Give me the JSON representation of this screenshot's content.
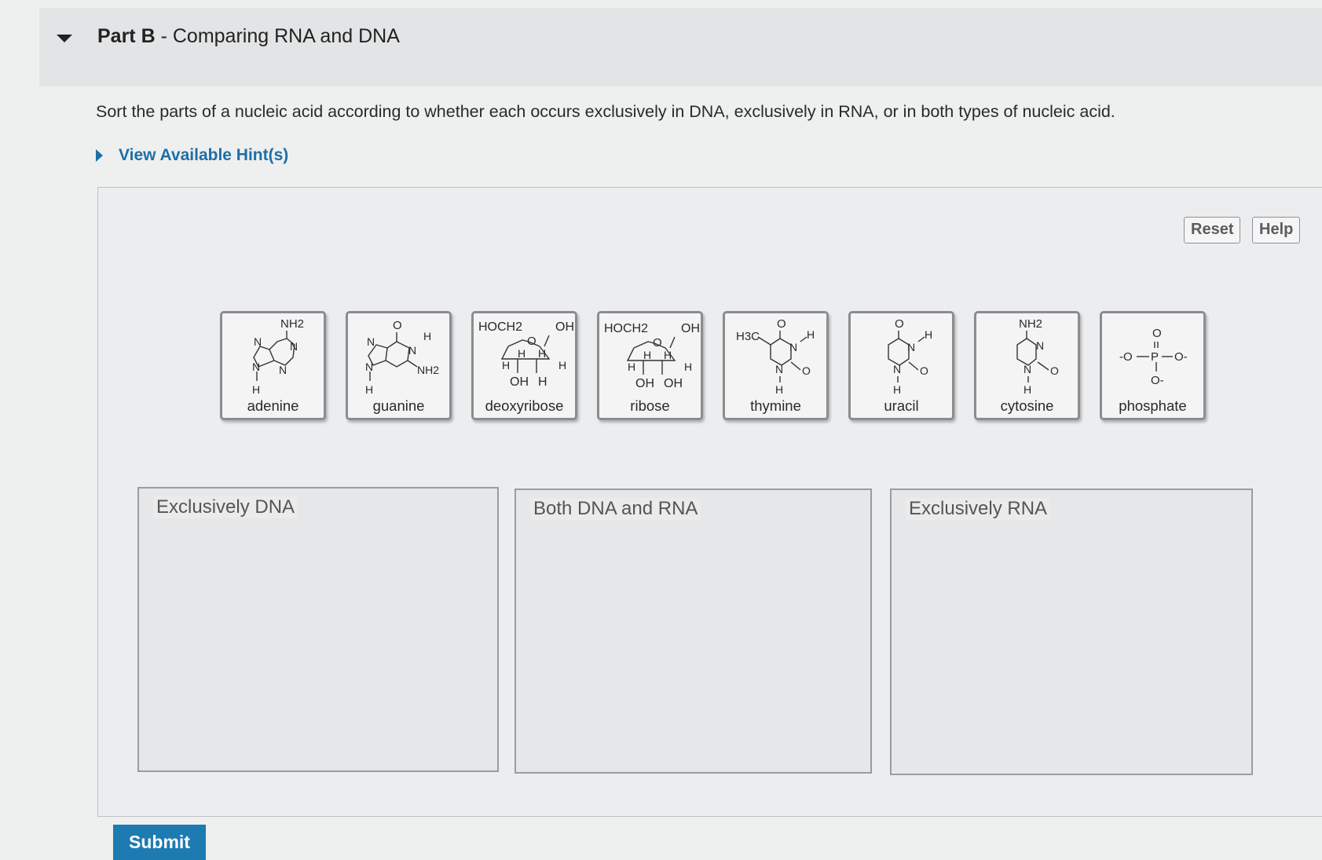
{
  "part": {
    "label": "Part B",
    "separator": " - ",
    "title": "Comparing RNA and DNA"
  },
  "instruction": "Sort the parts of a nucleic acid according to whether each occurs exclusively in DNA, exclusively in RNA, or in both types of nucleic acid.",
  "hints_label": "View Available Hint(s)",
  "toolbar": {
    "reset_label": "Reset",
    "help_label": "Help"
  },
  "tiles": [
    {
      "label": "adenine",
      "atoms": [
        "NH2",
        "N",
        "N",
        "N",
        "N",
        "H"
      ]
    },
    {
      "label": "guanine",
      "atoms": [
        "O",
        "N",
        "H",
        "N",
        "N",
        "NH2",
        "H"
      ]
    },
    {
      "label": "deoxyribose",
      "atoms": [
        "HOCH2",
        "OH",
        "O",
        "H",
        "H",
        "H",
        "H",
        "OH",
        "H"
      ]
    },
    {
      "label": "ribose",
      "atoms": [
        "HOCH2",
        "OH",
        "O",
        "H",
        "H",
        "H",
        "H",
        "OH",
        "OH"
      ]
    },
    {
      "label": "thymine",
      "atoms": [
        "H3C",
        "O",
        "N",
        "H",
        "N",
        "O",
        "H"
      ]
    },
    {
      "label": "uracil",
      "atoms": [
        "O",
        "N",
        "H",
        "N",
        "O",
        "H"
      ]
    },
    {
      "label": "cytosine",
      "atoms": [
        "NH2",
        "N",
        "N",
        "O",
        "H"
      ]
    },
    {
      "label": "phosphate",
      "atoms": [
        "O",
        "-O",
        "P",
        "O-",
        "O-"
      ]
    }
  ],
  "zones": [
    {
      "label": "Exclusively DNA"
    },
    {
      "label": "Both DNA and RNA"
    },
    {
      "label": "Exclusively RNA"
    }
  ],
  "submit_label": "Submit"
}
